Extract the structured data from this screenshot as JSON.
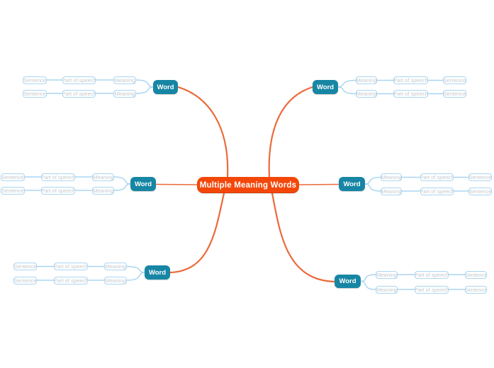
{
  "central": {
    "label": "Multiple Meaning Words"
  },
  "branches": [
    {
      "id": "top-left",
      "word": "Word",
      "rows": [
        [
          "Meaning",
          "Part of speech",
          "Sentence"
        ],
        [
          "Meaning",
          "Part of speech",
          "Sentence"
        ]
      ]
    },
    {
      "id": "top-right",
      "word": "Word",
      "rows": [
        [
          "Meaning",
          "Part of speech",
          "Sentence"
        ],
        [
          "Meaning",
          "Part of speech",
          "Sentence"
        ]
      ]
    },
    {
      "id": "middle-left",
      "word": "Word",
      "rows": [
        [
          "Meaning",
          "Part of speech",
          "Sentence"
        ],
        [
          "Meaning",
          "Part of speech",
          "Sentence"
        ]
      ]
    },
    {
      "id": "middle-right",
      "word": "Word",
      "rows": [
        [
          "Meaning",
          "Part of speech",
          "Sentence"
        ],
        [
          "Meaning",
          "Part of speech",
          "Sentence"
        ]
      ]
    },
    {
      "id": "bottom-left",
      "word": "Word",
      "rows": [
        [
          "Meaning",
          "Part of speech",
          "Sentence"
        ],
        [
          "Meaning",
          "Part of speech",
          "Sentence"
        ]
      ]
    },
    {
      "id": "bottom-right",
      "word": "Word",
      "rows": [
        [
          "Meaning",
          "Part of speech",
          "Sentence"
        ],
        [
          "Meaning",
          "Part of speech",
          "Sentence"
        ]
      ]
    }
  ],
  "colors": {
    "background": "#ffffff",
    "central_bg": "#f3470a",
    "central_text": "#ffffff",
    "word_bg": "#1786a4",
    "word_text": "#ffffff",
    "child_border": "#abd6f2",
    "child_text": "#c2c8cd",
    "branch_curve": "#eb6a3a",
    "child_connector": "#abd6f2"
  }
}
